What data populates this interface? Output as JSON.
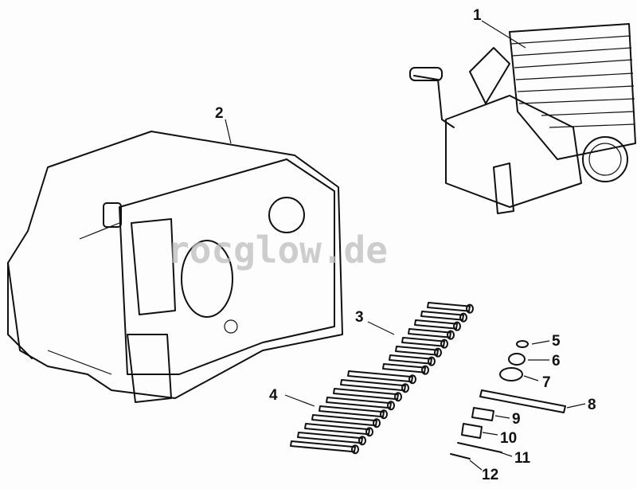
{
  "watermark": "rocglow.de",
  "callouts": [
    {
      "id": "1",
      "label": "1"
    },
    {
      "id": "2",
      "label": "2"
    },
    {
      "id": "3",
      "label": "3"
    },
    {
      "id": "4",
      "label": "4"
    },
    {
      "id": "5",
      "label": "5"
    },
    {
      "id": "6",
      "label": "6"
    },
    {
      "id": "7",
      "label": "7"
    },
    {
      "id": "8",
      "label": "8"
    },
    {
      "id": "9",
      "label": "9"
    },
    {
      "id": "10",
      "label": "10"
    },
    {
      "id": "11",
      "label": "11"
    },
    {
      "id": "12",
      "label": "12"
    }
  ]
}
